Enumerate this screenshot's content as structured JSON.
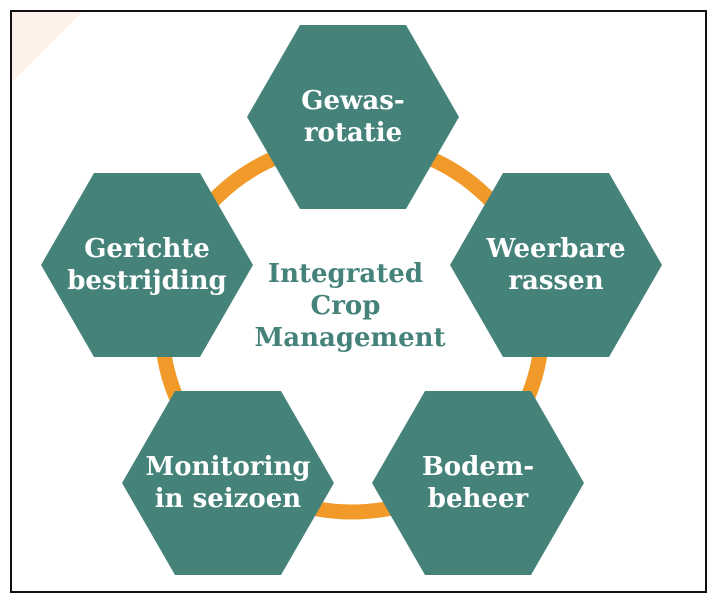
{
  "colors": {
    "hexagon": "#45837a",
    "ring": "#f19a2a",
    "center_text": "#45837a",
    "hex_text": "#ffffff",
    "border": "#111111"
  },
  "center": {
    "lines": [
      "Integrated",
      "Crop",
      "Management"
    ]
  },
  "nodes": [
    {
      "id": "gewasrotatie",
      "lines": [
        "Gewas-",
        "rotatie"
      ]
    },
    {
      "id": "weerbare-rassen",
      "lines": [
        "Weerbare",
        "rassen"
      ]
    },
    {
      "id": "bodembeheer",
      "lines": [
        "Bodem-",
        "beheer"
      ]
    },
    {
      "id": "monitoring-in-seizoen",
      "lines": [
        "Monitoring",
        "in seizoen"
      ]
    },
    {
      "id": "gerichte-bestrijding",
      "lines": [
        "Gerichte",
        "bestrijding"
      ]
    }
  ]
}
